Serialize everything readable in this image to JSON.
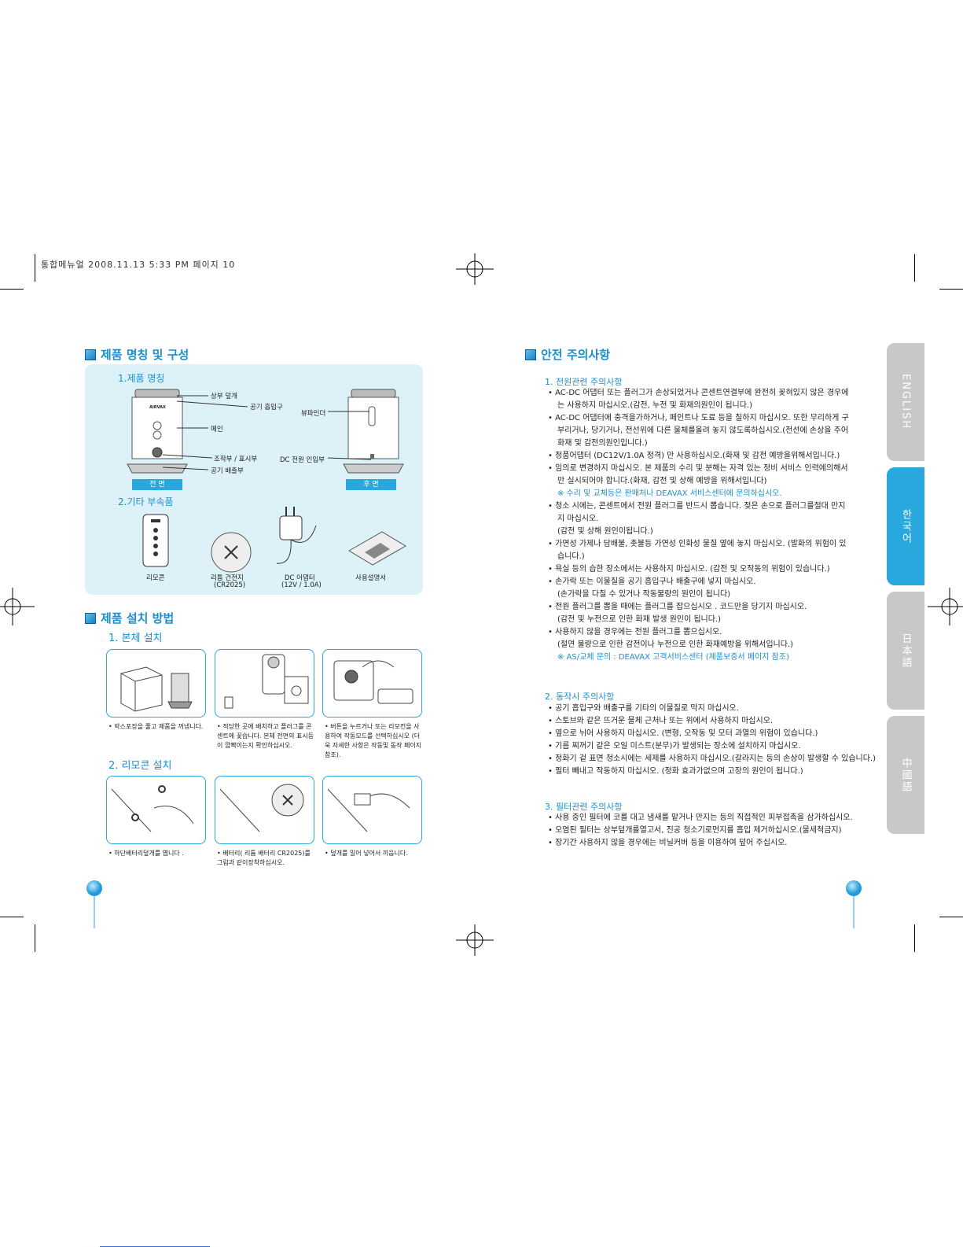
{
  "print_header": "통합메뉴얼  2008.11.13 5:33 PM  페이지 10",
  "left": {
    "section1_title": "제품 명칭 및 구성",
    "sub1": "1.제품 명칭",
    "front_labels": {
      "top_cover": "상부 덮개",
      "air_inlet": "공기 흡입구",
      "main": "메인",
      "control": "조작부 / 표시부",
      "air_outlet": "공기 배출부"
    },
    "rear_labels": {
      "viewfinder": "뷰파인더",
      "dc_power": "DC 전원 인입부"
    },
    "front_tag": "전 면",
    "rear_tag": "후 면",
    "brand_text": "AIRVAX",
    "sub2": "2.기타 부속품",
    "accessories": [
      {
        "name": "리모콘",
        "detail": ""
      },
      {
        "name": "리튬 건전지",
        "detail": "(CR2025)"
      },
      {
        "name": "DC 어댑터",
        "detail": "(12V / 1.0A)"
      },
      {
        "name": "사용설명서",
        "detail": ""
      }
    ],
    "section2_title": "제품 설치 방법",
    "install1_title": "1. 본체 설치",
    "install1_captions": [
      "• 박스포장을 풀고 제품을 꺼냅니다.",
      "• 적당한 곳에 배치하고 플러그를 콘센트에 꽂습니다. 본체 전면의 표시등이 깜빡이는지 확인하십시오.",
      "• 버튼을 누르거나 또는 리모컨을 사용하여 작동모드를 선택하십시오 (더 욱 자세한 사항은 작동및 동작 페이지 참조)."
    ],
    "install2_title": "2. 리모콘 설치",
    "install2_captions": [
      "• 하단배터리덮개를 엽니다 .",
      "• 배터리( 리튬 배터리 CR2025)를 그림과 같이장착하십시오.",
      "• 덮개를 밀어 넣어서 끼웁니다."
    ]
  },
  "right": {
    "title": "안전 주의사항",
    "s1_title": "1. 전원관련 주의사항",
    "s1_lines": [
      {
        "t": "• AC-DC 어댑터 또는 플러그가 손상되었거나 콘센트연결부에 완전히 꽂혀있지 않은 경우에",
        "k": "item"
      },
      {
        "t": "는 사용하지 마십시오.(감전, 누전 및 화재의원인이 됩니다.)",
        "k": "sub"
      },
      {
        "t": "• AC-DC 어댑터에 충격을가하거나, 페인트나 도료 등을 칠하지 마십시오. 또한 무리하게 구",
        "k": "item"
      },
      {
        "t": "부리거나, 당기거나, 전선위에 다른 물체를올려 놓지 않도록하십시오.(전선에 손상을 주어",
        "k": "sub"
      },
      {
        "t": "화재 및 감전의원인입니다.)",
        "k": "sub"
      },
      {
        "t": "• 정품어댑터 (DC12V/1.0A 정격) 만 사용하십시오.(화재 및 감전 예방을위해서입니다.)",
        "k": "item"
      },
      {
        "t": "• 임의로 변경하지 마십시오. 본 제품의 수리 및 분해는 자격 있는 정비 서비스 인력에의해서",
        "k": "item"
      },
      {
        "t": "만 실시되어야 합니다.(화재, 감전 및 상해 예방을 위해서입니다)",
        "k": "sub"
      },
      {
        "t": "※ 수리 및 교체등은 판매처나 DEAVAX 서비스센터에 문의하십시오.",
        "k": "note"
      },
      {
        "t": "• 청소 시에는, 콘센트에서 전원 플러그를 반드시 뽑습니다. 젖은 손으로 플러그를절대 만지",
        "k": "item"
      },
      {
        "t": "지 마십시오.",
        "k": "sub"
      },
      {
        "t": "(감전 및 상해 원인이됩니다.)",
        "k": "sub"
      },
      {
        "t": "• 가연성 가제나 담배불, 촛불등 가연성 인화성 물질 옆에 놓지 마십시오. (발화의 위험이 있",
        "k": "item"
      },
      {
        "t": "습니다.)",
        "k": "sub"
      },
      {
        "t": "• 욕실 등의 습한 장소에서는 사용하지 마십시오. (감전 및 오작동의 위험이 있습니다.)",
        "k": "item"
      },
      {
        "t": "• 손가락 또는 이물질을 공기 흡입구나 배출구에 넣지 마십시오.",
        "k": "item"
      },
      {
        "t": "(손가락을 다칠 수 있거나 작동불량의 원인이 됩니다)",
        "k": "sub"
      },
      {
        "t": "• 전원 플러그를 뽑을 때에는 플러그를 잡으십시오 . 코드만을 당기지 마십시오.",
        "k": "item"
      },
      {
        "t": "(감전 및 누전으로 인한 화재 발생 원인이 됩니다.)",
        "k": "sub"
      },
      {
        "t": "• 사용하지 않을 경우에는 전원 플러그를 뽑으십시오.",
        "k": "item"
      },
      {
        "t": "(절연 불량으로 인한 감전이나 누전으로 인한 화재예방을 위해서입니다.)",
        "k": "sub"
      },
      {
        "t": "※ AS/교체 문의 : DEAVAX 고객서비스센터 (제품보증서 페이지 참조)",
        "k": "note"
      }
    ],
    "s2_title": "2. 동작시 주의사항",
    "s2_lines": [
      "• 공기 흡입구와 배출구를 기타의 이물질로 막지 마십시오.",
      "• 스토브와 같은 뜨거운 물체 근처나 또는 위에서 사용하지 마십시오.",
      "• 옆으로 뉘어 사용하지 마십시오. (변형, 오작동 및 모터 과열의 위험이 있습니다.)",
      "• 기름 찌꺼기 같은 오일 미스트(분무)가 발생되는 장소에 설치하지 마십시오.",
      "• 정화기 겉 표면 청소시에는 세제를 사용하지 마십시오.(갈라지는 등의 손상이 발생할 수 있습니다.)",
      "• 필터 빼내고 작동하지 마십시오. (정화 효과가없으며 고장의 원인이 됩니다.)"
    ],
    "s3_title": "3. 필터관련 주의사항",
    "s3_lines": [
      "• 사용 중인 필터에 코를 대고 냄새를 맡거나 만지는 등의 직접적인 피부접촉을 삼가하십시오.",
      "• 오염된 필터는 상부덮개를열고서, 진공 청소기로먼지를 흡입 제거하십시오.(물세척금지)",
      "• 장기간 사용하지 않을 경우에는 비닐커버 등을 이용하여 덮어 주십시오."
    ]
  },
  "tabs": [
    {
      "label": "ENGLISH",
      "active": false
    },
    {
      "label": "한국어",
      "active": true
    },
    {
      "label": "日本語",
      "active": false
    },
    {
      "label": "中國語",
      "active": false
    }
  ],
  "colors": {
    "accent": "#29a8de",
    "panel": "#dcf1f8",
    "tab_inactive": "#c8c8c8"
  }
}
